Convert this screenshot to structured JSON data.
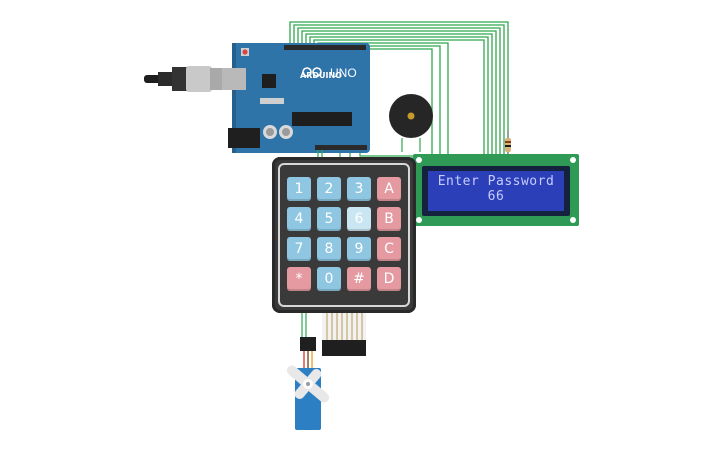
{
  "lcd": {
    "line1": "Enter Password",
    "line2": "66"
  },
  "keypad": {
    "keys": [
      [
        "1",
        "2",
        "3",
        "A"
      ],
      [
        "4",
        "5",
        "6",
        "B"
      ],
      [
        "7",
        "8",
        "9",
        "C"
      ],
      [
        "*",
        "0",
        "#",
        "D"
      ]
    ]
  },
  "arduino": {
    "logo_text": "ARDUINO",
    "model_text": "UNO"
  },
  "colors": {
    "wire": "#2fa84f",
    "board": "#2f74a8",
    "lcd_screen": "#2a3fb8",
    "key_blue": "#8fc7e2",
    "key_red": "#e59aa1",
    "servo": "#2d7fc4"
  }
}
